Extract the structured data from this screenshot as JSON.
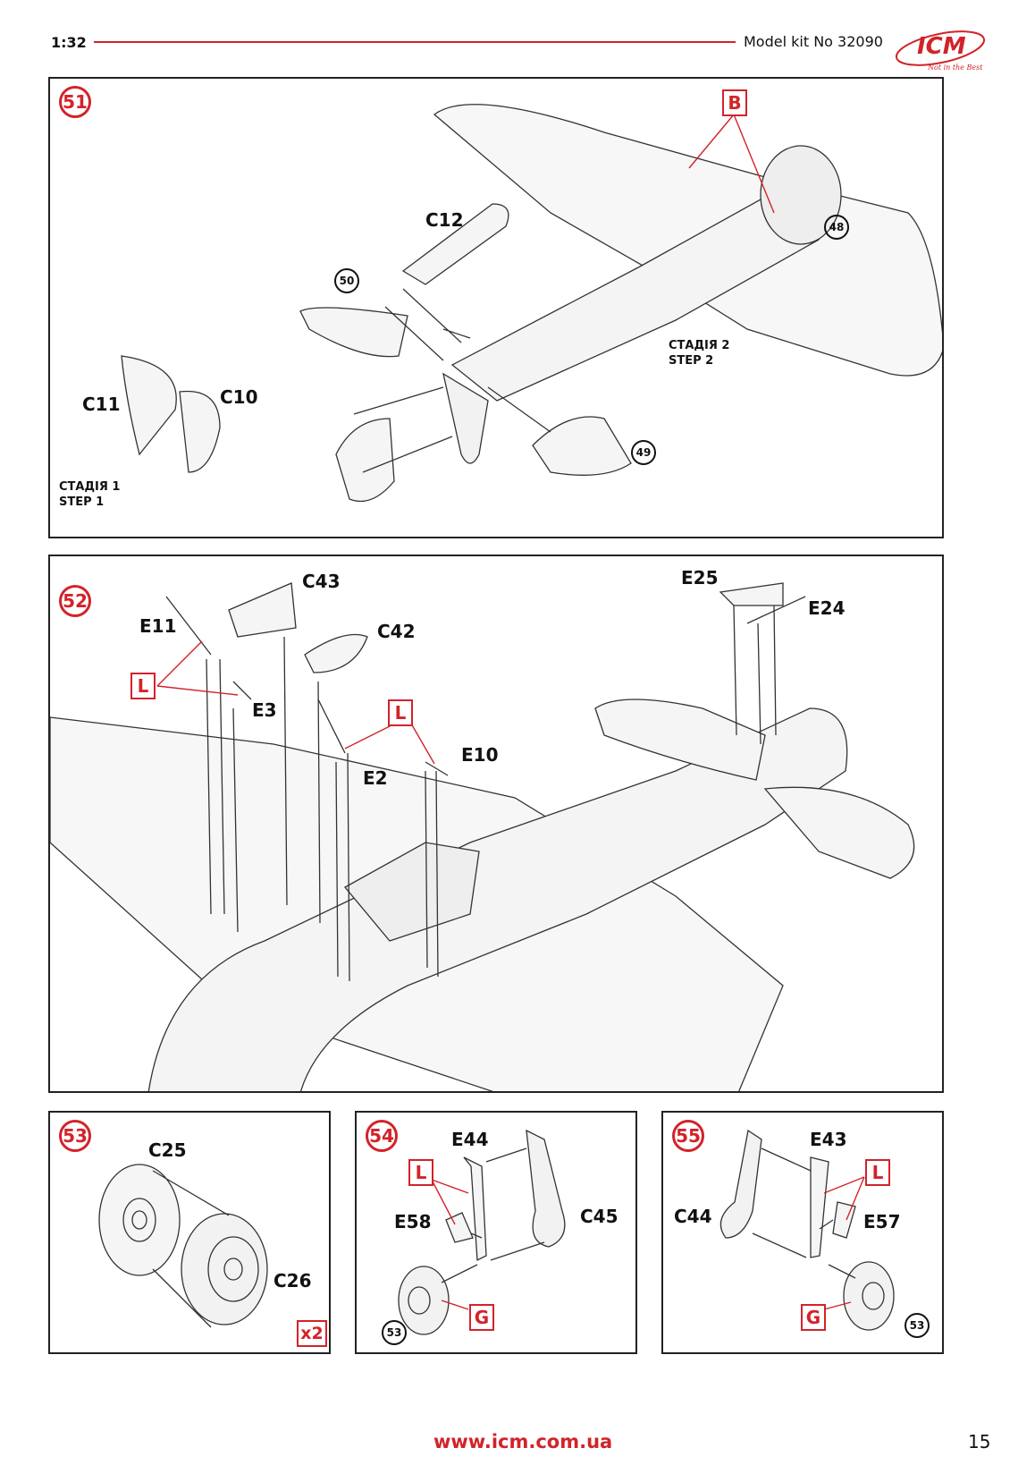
{
  "header": {
    "scale": "1:32",
    "kit": "Model kit No 32090",
    "logo_text": "ICM",
    "logo_slogan": "Not in the Best"
  },
  "footer": {
    "url": "www.icm.com.ua",
    "page": "15"
  },
  "panels": {
    "p51": {
      "step": "51",
      "labels": {
        "c12": "C12",
        "c11": "C11",
        "c10": "C10"
      },
      "refs": {
        "r50": "50",
        "r48": "48",
        "r49": "49"
      },
      "callout_b": "B",
      "stage1": [
        "СТАДІЯ 1",
        "STEP 1"
      ],
      "stage2": [
        "СТАДІЯ 2",
        "STEP 2"
      ]
    },
    "p52": {
      "step": "52",
      "labels": {
        "c43": "C43",
        "c42": "C42",
        "e11": "E11",
        "e3": "E3",
        "e2": "E2",
        "e10": "E10",
        "e25": "E25",
        "e24": "E24"
      },
      "callout_l1": "L",
      "callout_l2": "L"
    },
    "p53": {
      "step": "53",
      "labels": {
        "c25": "C25",
        "c26": "C26"
      },
      "qty": "x2"
    },
    "p54": {
      "step": "54",
      "labels": {
        "e44": "E44",
        "e58": "E58",
        "c45": "C45"
      },
      "callout_l": "L",
      "callout_g": "G",
      "ref": "53"
    },
    "p55": {
      "step": "55",
      "labels": {
        "e43": "E43",
        "c44": "C44",
        "e57": "E57"
      },
      "callout_l": "L",
      "callout_g": "G",
      "ref": "53"
    }
  },
  "colors": {
    "accent": "#d2232a",
    "ink": "#111111"
  }
}
